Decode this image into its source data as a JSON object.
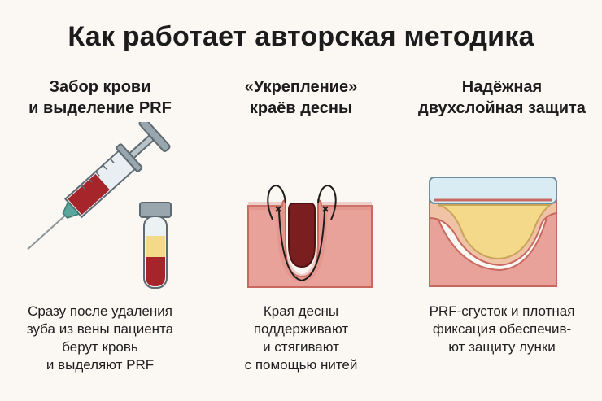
{
  "title": "Как работает авторская методика",
  "steps": [
    {
      "title_lines": [
        "Забор крови",
        "и выделение PRF"
      ],
      "desc_lines": [
        "Сразу после удаления",
        "зуба из вены пациента",
        "берут кровь",
        "и выделяют PRF"
      ],
      "icon": "syringe-and-test-tube"
    },
    {
      "title_lines": [
        "«Укрепление»",
        "краёв десны"
      ],
      "desc_lines": [
        "Края десны",
        "поддерживают",
        "и стягивают",
        "с помощью нитей"
      ],
      "icon": "sutured-gum"
    },
    {
      "title_lines": [
        "Надёжная",
        "двухслойная защита"
      ],
      "desc_lines": [
        "PRF-сгусток и плотная",
        "фиксация обеспечив-",
        "ют защиту лунки"
      ],
      "icon": "two-layer-protection"
    }
  ],
  "colors": {
    "blood": "#a6252a",
    "plasma": "#f4d98a",
    "gum": "#e9a29a",
    "gum_dark": "#c8685f",
    "socket": "#7b1e1f",
    "membrane": "#d9ecf4",
    "background": "#fbf8f4"
  }
}
